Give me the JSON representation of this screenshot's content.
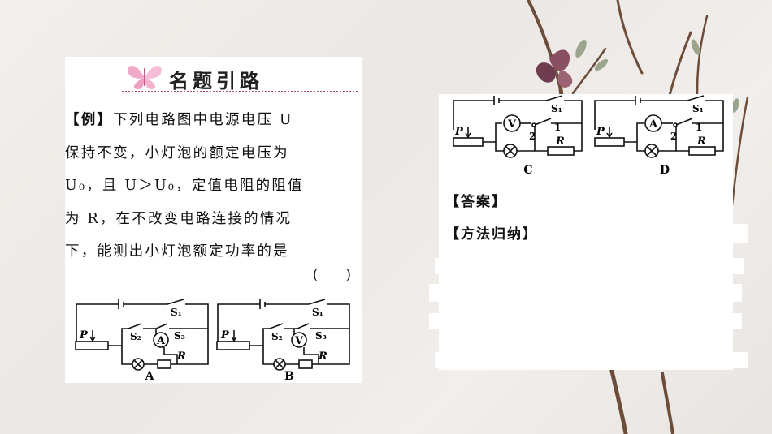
{
  "header": {
    "title": "名题引路"
  },
  "question": {
    "tag": "【例】",
    "lines": [
      "下列电路图中电源电压 U",
      "保持不变，小灯泡的额定电压为",
      "U₀，且 U＞U₀，定值电阻的阻值",
      "为 R，在不改变电路连接的情况",
      "下，能测出小灯泡额定功率的是"
    ],
    "blank": "(　　)"
  },
  "circuits": {
    "A": {
      "label": "A",
      "meter": "A",
      "s1": "S₁",
      "s2": "S₂",
      "s3": "S₃",
      "p": "P",
      "r": "R"
    },
    "B": {
      "label": "B",
      "meter": "V",
      "s1": "S₁",
      "s2": "S₂",
      "s3": "S₃",
      "p": "P",
      "r": "R"
    },
    "C": {
      "label": "C",
      "meter": "V",
      "s1": "S₁",
      "t2": "2",
      "t1": "1",
      "p": "P",
      "r": "R"
    },
    "D": {
      "label": "D",
      "meter": "A",
      "s1": "S₁",
      "t2": "2",
      "t1": "1",
      "p": "P",
      "r": "R"
    }
  },
  "answer": {
    "label": "【答案】",
    "method_label": "【方法归纳】"
  }
}
